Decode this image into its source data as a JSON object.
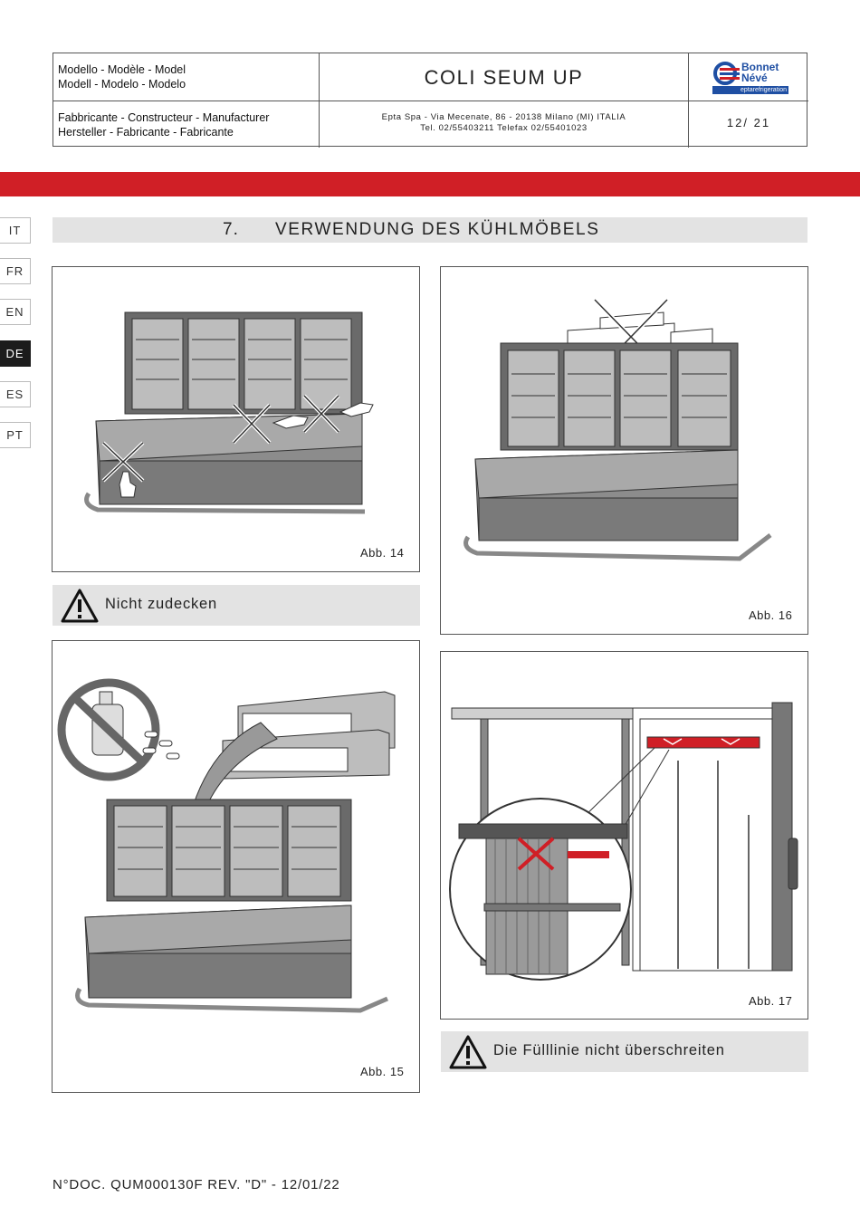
{
  "header": {
    "model_label_line1": "Modello - Modèle - Model",
    "model_label_line2": "Modell - Modelo - Modelo",
    "model_name": "COLI SEUM UP",
    "manufacturer_label_line1": "Fabbricante - Constructeur - Manufacturer",
    "manufacturer_label_line2": "Hersteller - Fabricante - Fabricante",
    "manufacturer_address": "Epta Spa - Via Mecenate, 86 - 20138 Milano (MI) ITALIA",
    "manufacturer_phone": "Tel. 02/55403211 Telefax 02/55401023",
    "page_number": "12/ 21",
    "logo": {
      "brand_line1": "Bonnet",
      "brand_line2": "Névé",
      "sub": "eptarefrigeration"
    }
  },
  "languages": [
    {
      "code": "IT",
      "active": false
    },
    {
      "code": "FR",
      "active": false
    },
    {
      "code": "EN",
      "active": false
    },
    {
      "code": "DE",
      "active": true
    },
    {
      "code": "ES",
      "active": false
    },
    {
      "code": "PT",
      "active": false
    }
  ],
  "section": {
    "number": "7.",
    "title": "VERWENDUNG DES KÜHLMÖBELS"
  },
  "figures": {
    "fig14": {
      "caption": "Abb. 14"
    },
    "fig15": {
      "caption": "Abb. 15"
    },
    "fig16": {
      "caption": "Abb. 16"
    },
    "fig17": {
      "caption": "Abb. 17"
    }
  },
  "warnings": {
    "cover": "Nicht zudecken",
    "fill_line": "Die Fülllinie nicht überschreiten"
  },
  "footer": {
    "doc_ref": "N°DOC. QUM000130F REV. \"D\" - 12/01/22"
  },
  "colors": {
    "accent_red": "#d01f26",
    "brand_blue": "#1f4fa3",
    "section_grey": "#e3e3e3"
  }
}
